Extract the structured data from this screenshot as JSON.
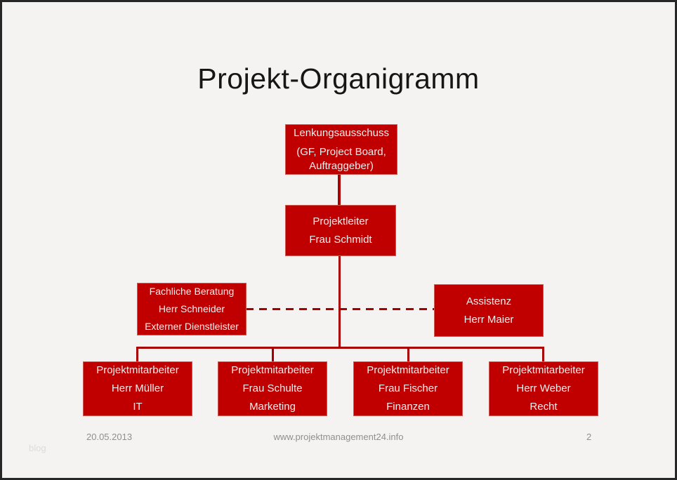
{
  "slide": {
    "title": "Projekt-Organigramm",
    "footer": {
      "date": "20.05.2013",
      "url": "www.projektmanagement24.info",
      "page_number": "2",
      "watermark": "blog"
    }
  },
  "org_chart": {
    "nodes": {
      "steering": {
        "line1": "Lenkungsausschuss",
        "line2": "(GF, Project Board,",
        "line3": "Auftraggeber)"
      },
      "leader": {
        "line1": "Projektleiter",
        "line2": "Frau Schmidt"
      },
      "advisory": {
        "line1": "Fachliche Beratung",
        "line2": "Herr Schneider",
        "line3": "Externer Dienstleister"
      },
      "assistant": {
        "line1": "Assistenz",
        "line2": "Herr Maier"
      },
      "member1": {
        "line1": "Projektmitarbeiter",
        "line2": "Herr Müller",
        "line3": "IT"
      },
      "member2": {
        "line1": "Projektmitarbeiter",
        "line2": "Frau Schulte",
        "line3": "Marketing"
      },
      "member3": {
        "line1": "Projektmitarbeiter",
        "line2": "Frau Fischer",
        "line3": "Finanzen"
      },
      "member4": {
        "line1": "Projektmitarbeiter",
        "line2": "Herr Weber",
        "line3": "Recht"
      }
    }
  },
  "colors": {
    "box_fill": "#C00000",
    "box_border": "#CE5A52",
    "box_text": "#F2EEEE",
    "connector": "#A80000",
    "title_text": "#161616",
    "footer_text": "#8F8F8F",
    "watermark_text": "#DCDCDC",
    "slide_bg": "#F4F3F1",
    "frame_border": "#262626"
  }
}
